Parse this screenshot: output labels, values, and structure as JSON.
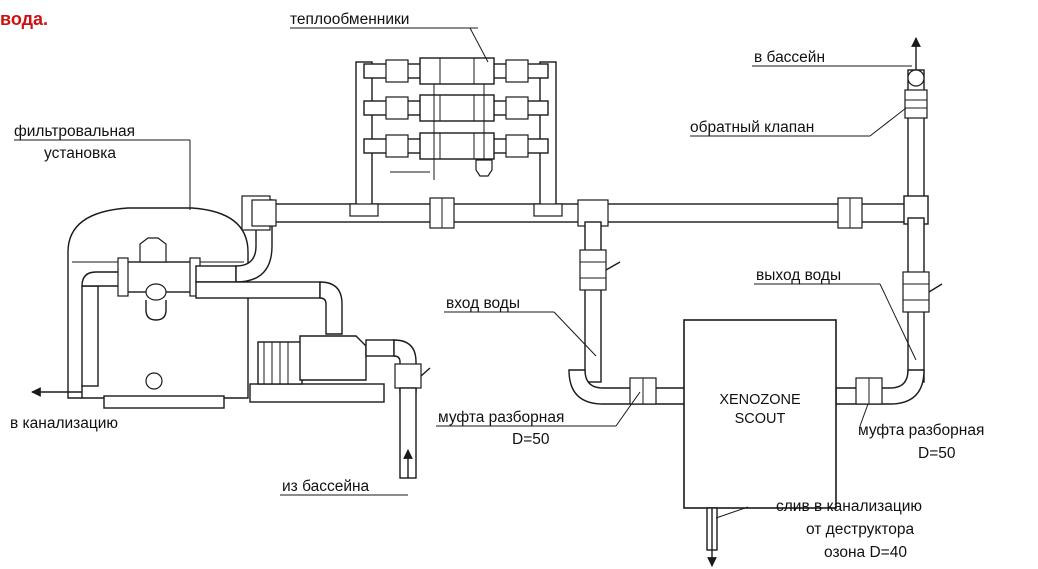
{
  "header_fragment": "вода.",
  "colors": {
    "header": "#cc1111",
    "line": "#1a1a1a",
    "background": "#ffffff"
  },
  "labels": {
    "heat_exchangers": "теплообменники",
    "to_pool": "в бассейн",
    "check_valve": "обратный клапан",
    "filter_line1": "фильтровальная",
    "filter_line2": "установка",
    "water_out": "выход воды",
    "water_in": "вход воды",
    "to_sewer": "в канализацию",
    "from_pool": "из бассейна",
    "coupling_left_line1": "муфта разборная",
    "coupling_left_line2": "D=50",
    "coupling_right_line1": "муфта разборная",
    "coupling_right_line2": "D=50",
    "drain_line1": "слив в канализацию",
    "drain_line2": "от деструктора",
    "drain_line3": "озона D=40"
  },
  "unit": {
    "line1": "XENOZONE",
    "line2": "SCOUT"
  }
}
